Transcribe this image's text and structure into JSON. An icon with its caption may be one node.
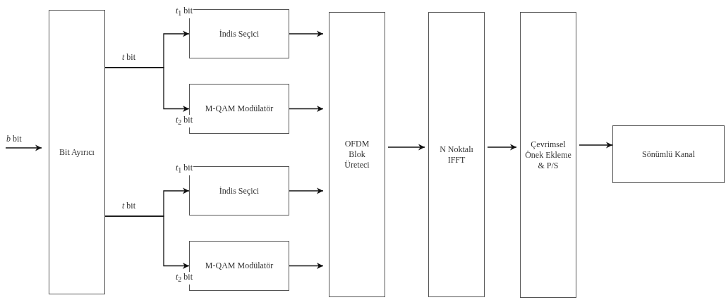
{
  "diagram": {
    "nodes": [
      {
        "text": [
          "Bit Ayırıcı"
        ]
      },
      {
        "text": [
          "İndis Seçici"
        ]
      },
      {
        "text": [
          "M-QAM Modülatör"
        ]
      },
      {
        "text": [
          "İndis Seçici"
        ]
      },
      {
        "text": [
          "M-QAM Modülatör"
        ]
      },
      {
        "text": [
          "OFDM Blok Üreteci"
        ]
      },
      {
        "text": [
          "N Noktalı IFFT"
        ]
      },
      {
        "text": [
          "Çevrimsel Önek Ekleme & P/S"
        ]
      },
      {
        "text": [
          "Sönümlü Kanal"
        ]
      }
    ],
    "edges": [
      {
        "from": null,
        "to": 0,
        "arrow": "to",
        "label": "*b* bit"
      },
      {
        "from": 0,
        "to": 1,
        "arrow": "to",
        "label": "*t*$_{1}$ bit"
      },
      {
        "from": 0,
        "to": 2,
        "arrow": "to",
        "label": "*t*$_{2}$ bit"
      },
      {
        "from": 0,
        "to": 3,
        "arrow": "to",
        "label": "*t*$_{1}$ bit"
      },
      {
        "from": 0,
        "to": 4,
        "arrow": "to",
        "label": "*t*$_{2}$ bit"
      },
      {
        "from": 1,
        "to": 5,
        "arrow": "to"
      },
      {
        "from": 2,
        "to": 5,
        "arrow": "to"
      },
      {
        "from": 3,
        "to": 5,
        "arrow": "to"
      },
      {
        "from": 4,
        "to": 5,
        "arrow": "to"
      },
      {
        "from": 5,
        "to": 6,
        "arrow": "to"
      },
      {
        "from": 6,
        "to": 7,
        "arrow": "to"
      },
      {
        "from": 7,
        "to": 8,
        "arrow": "to"
      }
    ],
    "labels": [
      "*t* bit",
      "*t* bit"
    ]
  }
}
